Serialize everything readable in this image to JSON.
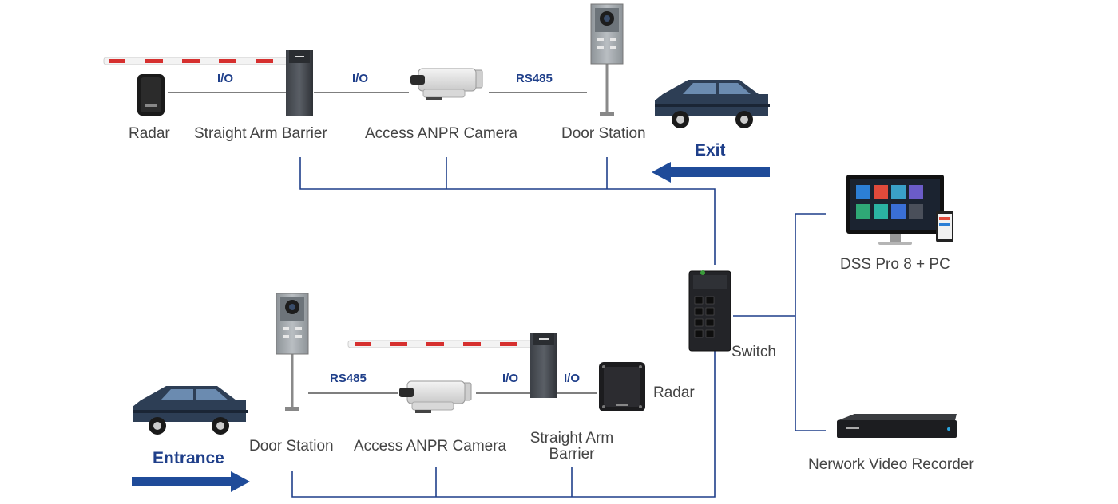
{
  "exit_path": {
    "direction_label": "Exit",
    "devices": {
      "radar": "Radar",
      "barrier": "Straight Arm Barrier",
      "camera": "Access ANPR Camera",
      "door_station": "Door Station"
    },
    "links": {
      "radar_barrier": "I/O",
      "barrier_camera": "I/O",
      "camera_door": "RS485"
    }
  },
  "entrance_path": {
    "direction_label": "Entrance",
    "devices": {
      "door_station": "Door Station",
      "camera": "Access ANPR Camera",
      "barrier_line1": "Straight Arm",
      "barrier_line2": "Barrier",
      "radar": "Radar"
    },
    "links": {
      "door_camera": "RS485",
      "camera_barrier": "I/O",
      "barrier_radar": "I/O"
    }
  },
  "network": {
    "switch": "Switch",
    "pc": "DSS Pro 8 + PC",
    "nvr": "Nerwork Video Recorder"
  },
  "colors": {
    "line": "#1f3f8a",
    "arrow": "#1f4b99",
    "car_body": "#2d3e55",
    "barrier_stripe": "#d6302f"
  }
}
